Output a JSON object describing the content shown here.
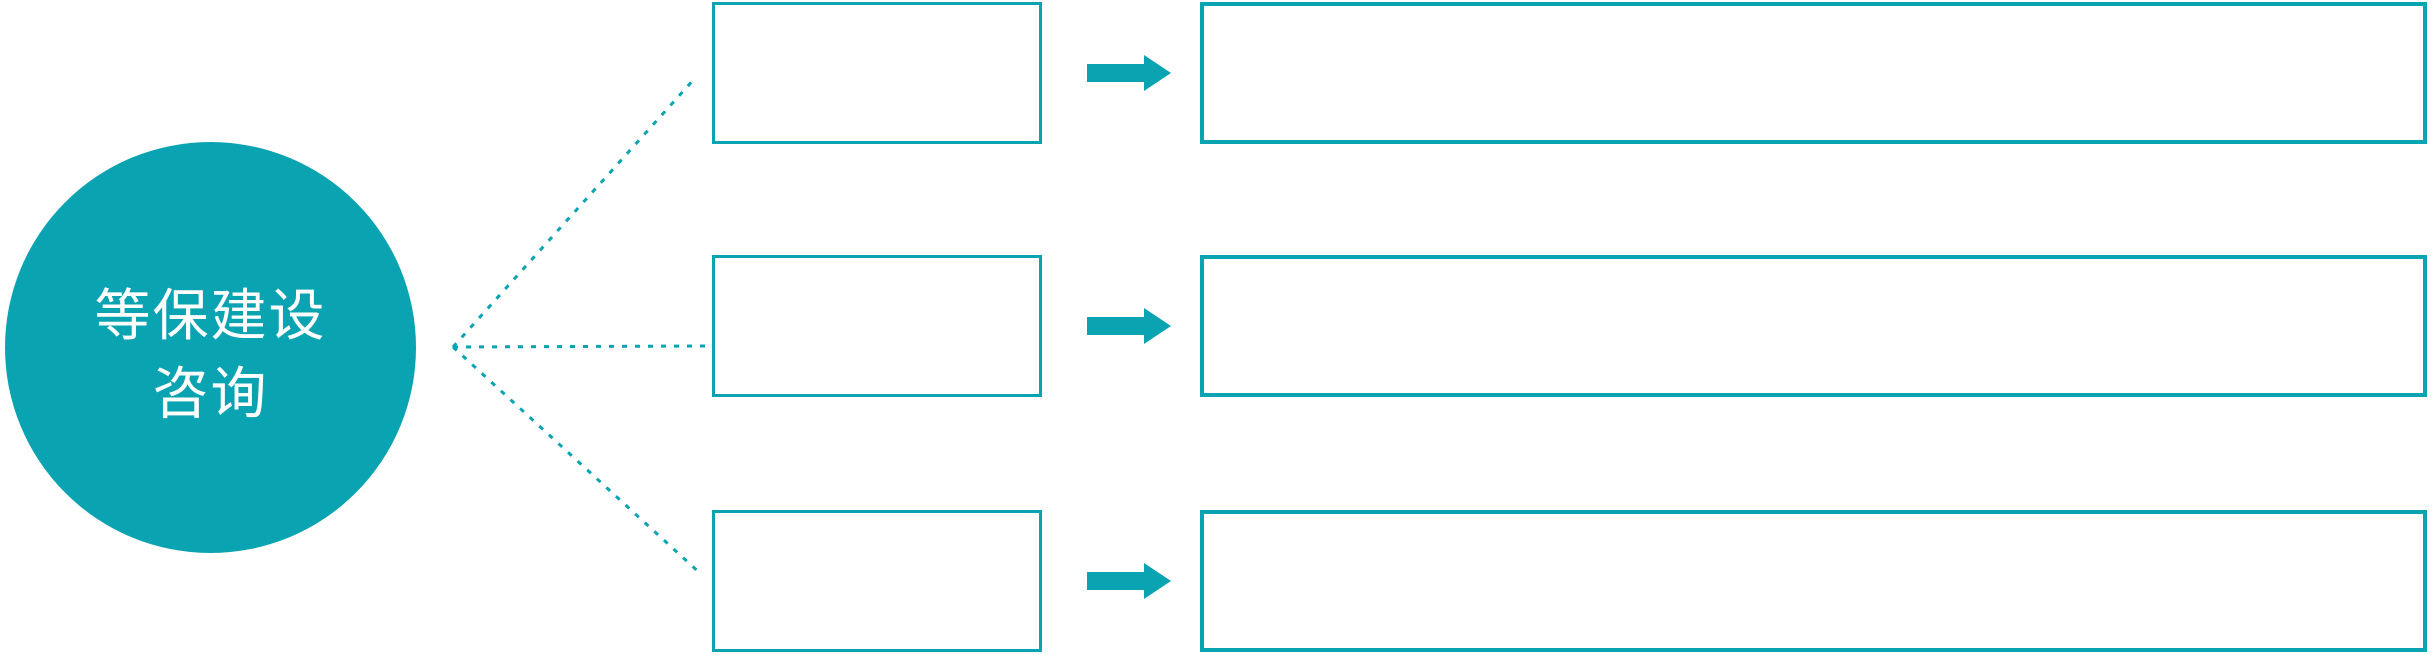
{
  "colors": {
    "accent": "#09a3b2",
    "background": "#ffffff",
    "circle_text": "#ffffff"
  },
  "root": {
    "label": "等保建设咨询",
    "label_lines": [
      "等保建设",
      "咨询"
    ]
  },
  "branches": [
    {
      "step_text": "",
      "detail_text": ""
    },
    {
      "step_text": "",
      "detail_text": ""
    },
    {
      "step_text": "",
      "detail_text": ""
    }
  ],
  "icons": {
    "arrow": "right-block-arrow",
    "connector": "dotted-branch-line"
  }
}
